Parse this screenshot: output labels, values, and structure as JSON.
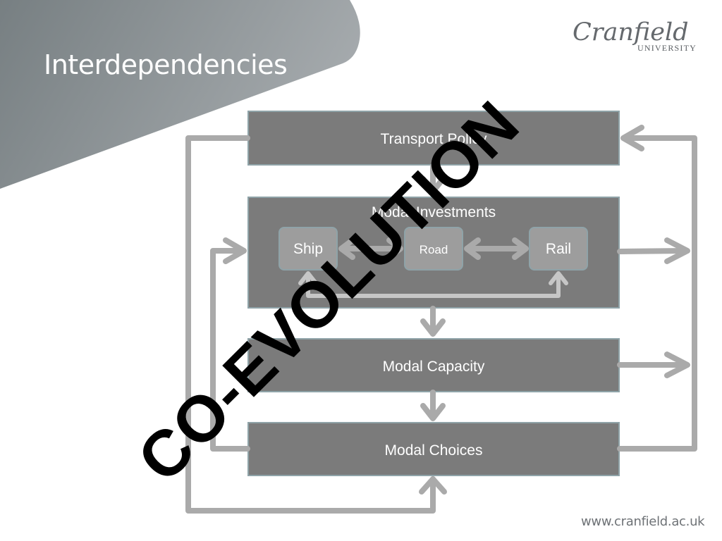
{
  "slide": {
    "title": "Interdependencies",
    "footer_url": "www.cranfield.ac.uk"
  },
  "logo": {
    "name": "Cranfield",
    "subtitle": "UNIVERSITY"
  },
  "diagram": {
    "transport_policy": "Transport Policy",
    "modal_investments": "Modal Investments",
    "modes": {
      "ship": "Ship",
      "road": "Road",
      "rail": "Rail"
    },
    "modal_capacity": "Modal Capacity",
    "modal_choices": "Modal Choices"
  },
  "overlay": {
    "text": "CO-EVOLUTION"
  },
  "colors": {
    "box_fill": "#7b7b7b",
    "box_border": "#8fa3a8",
    "mode_fill": "#9d9d9d",
    "arrow": "#aaaaaa",
    "header_gradient_start": "#767d80",
    "header_gradient_end": "#a3a8ab"
  }
}
